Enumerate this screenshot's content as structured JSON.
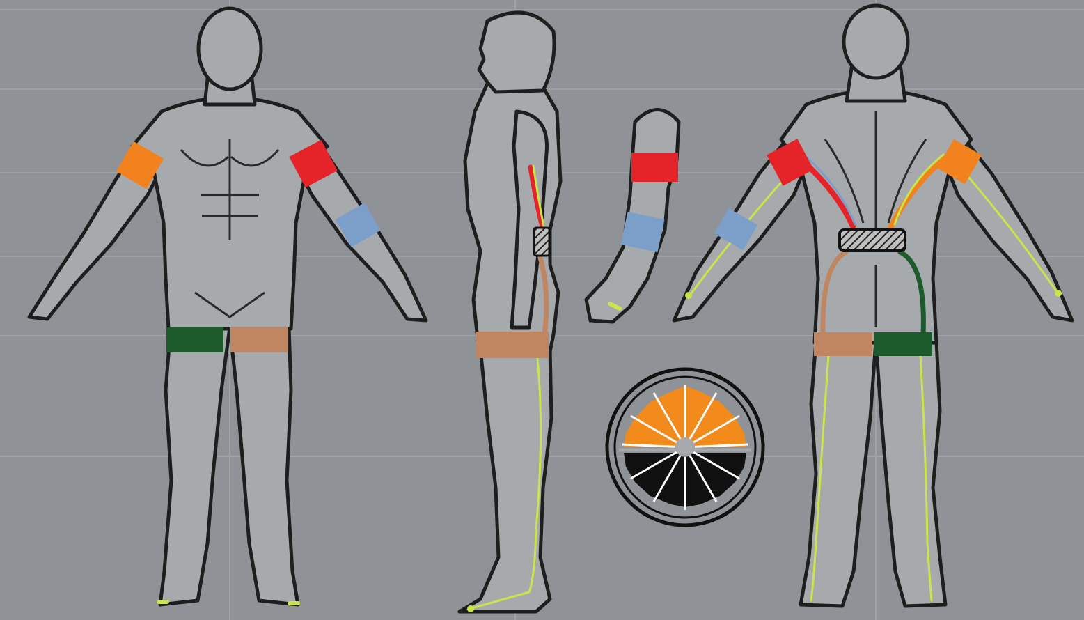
{
  "diagram": {
    "views": [
      "front-view",
      "side-view",
      "arm-detail",
      "back-view"
    ],
    "colors": {
      "background": "#8f9397",
      "grid": "#a3a8ac",
      "body_fill": "#a6aaad",
      "outline": "#1e1e1e",
      "band_orange": "#f2821e",
      "band_red": "#e5242a",
      "band_blue": "#7c9fc9",
      "band_green": "#1d5a2c",
      "band_tan": "#c08561",
      "wire_yellow": "#c8e64a",
      "hub_dark": "#2a2a2a",
      "logo_orange": "#f28a1c",
      "logo_black": "#111111"
    },
    "bands": [
      {
        "view": "front",
        "position": "right-upper-arm",
        "color": "band_orange"
      },
      {
        "view": "front",
        "position": "left-upper-arm",
        "color": "band_red"
      },
      {
        "view": "front",
        "position": "left-forearm",
        "color": "band_blue"
      },
      {
        "view": "front",
        "position": "right-thigh",
        "color": "band_green"
      },
      {
        "view": "front",
        "position": "left-thigh",
        "color": "band_tan"
      },
      {
        "view": "side",
        "position": "thigh",
        "color": "band_tan"
      },
      {
        "view": "arm",
        "position": "upper-arm",
        "color": "band_red"
      },
      {
        "view": "arm",
        "position": "forearm",
        "color": "band_blue"
      },
      {
        "view": "back",
        "position": "left-upper-arm",
        "color": "band_red"
      },
      {
        "view": "back",
        "position": "right-upper-arm",
        "color": "band_orange"
      },
      {
        "view": "back",
        "position": "left-forearm",
        "color": "band_blue"
      },
      {
        "view": "back",
        "position": "left-thigh",
        "color": "band_tan"
      },
      {
        "view": "back",
        "position": "right-thigh",
        "color": "band_green"
      }
    ],
    "hub": {
      "location": "lower-back",
      "style": "hatched-belt-unit"
    },
    "logo": {
      "icon": "gear-sunburst-emblem",
      "rays": 12
    }
  }
}
